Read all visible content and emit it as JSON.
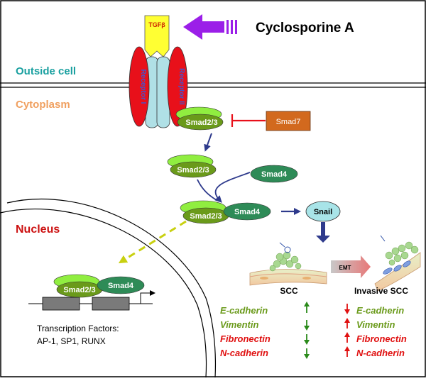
{
  "title": "Cyclosporine A",
  "regions": {
    "outside": "Outside cell",
    "cytoplasm": "Cytoplasm",
    "nucleus": "Nucleus"
  },
  "receptor": {
    "ligand": "TGFβ",
    "receptor_1": "Receptor I",
    "receptor_2": "Receptor II"
  },
  "proteins": {
    "smad23": "Smad2/3",
    "smad4": "Smad4",
    "smad7": "Smad7",
    "snail": "Snail"
  },
  "transcription": {
    "heading": "Transcription Factors:",
    "list": "AP-1, SP1, RUNX"
  },
  "emt": {
    "arrow_label": "EMT",
    "before_label": "SCC",
    "after_label": "Invasive SCC"
  },
  "markers": [
    {
      "name": "E-cadherin",
      "scc": "up",
      "invasive": "down",
      "color": "#6a9a1a"
    },
    {
      "name": "Vimentin",
      "scc": "down",
      "invasive": "up",
      "color": "#6a9a1a"
    },
    {
      "name": "Fibronectin",
      "scc": "down",
      "invasive": "up",
      "color": "#e01010"
    },
    {
      "name": "N-cadherin",
      "scc": "down",
      "invasive": "up",
      "color": "#e01010"
    }
  ],
  "colors": {
    "outside_text": "#1aa0a0",
    "cytoplasm_text": "#f0a060",
    "nucleus_text": "#cc1111",
    "smad23_front": "#6a9a1a",
    "smad23_back": "#90ee40",
    "smad4": "#2e8b57",
    "smad7": "#d2691e",
    "snail": "#a8e4e8",
    "receptor_red": "#e8101a",
    "receptor_blue": "#b0e0e6",
    "ligand": "#ffff33",
    "drug_arrow": "#9b1fe8",
    "pathway_arrow": "#2e3a8c",
    "nuclear_arrow": "#c8d010",
    "up_arrow_scc": "#2a8a1a",
    "down_arrow_scc": "#2a8a1a",
    "arrow_invasive": "#e01010"
  }
}
